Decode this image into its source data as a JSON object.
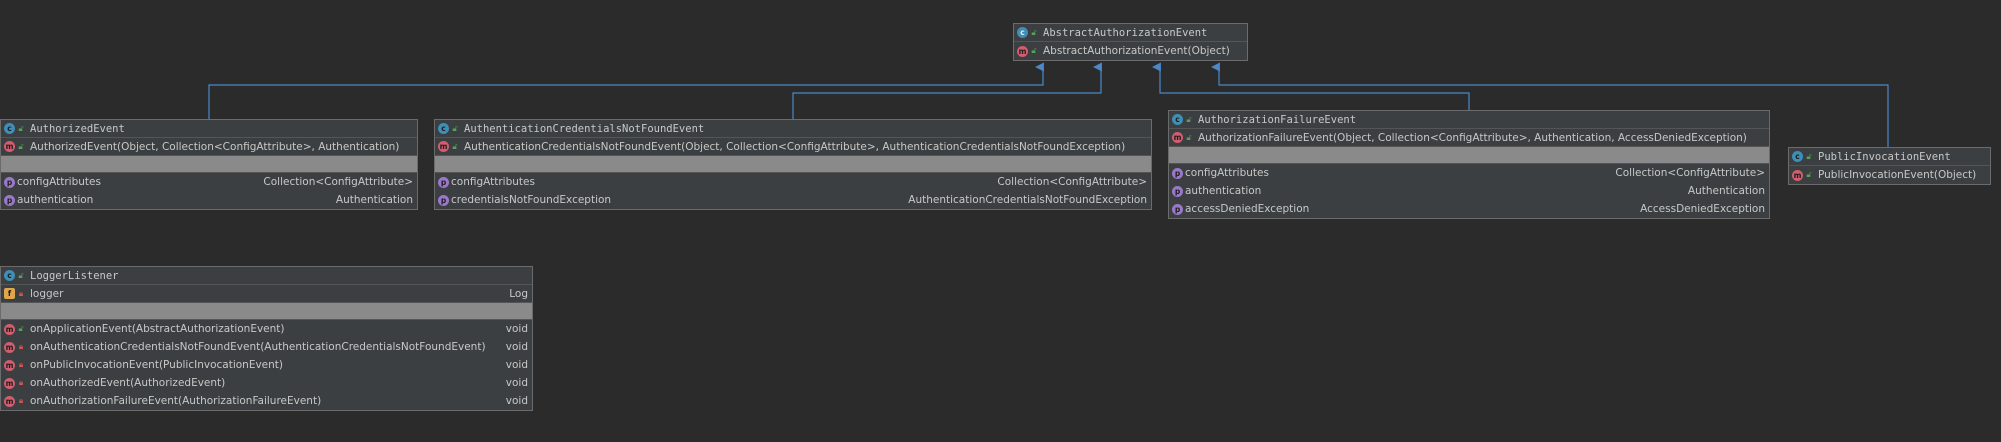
{
  "classes": {
    "abstract_auth": {
      "name": "AbstractAuthorizationEvent",
      "constructor": "AbstractAuthorizationEvent(Object)"
    },
    "authorized": {
      "name": "AuthorizedEvent",
      "constructor": "AuthorizedEvent(Object, Collection<ConfigAttribute>, Authentication)",
      "properties": [
        {
          "name": "configAttributes",
          "type": "Collection<ConfigAttribute>"
        },
        {
          "name": "authentication",
          "type": "Authentication"
        }
      ]
    },
    "cred_not_found": {
      "name": "AuthenticationCredentialsNotFoundEvent",
      "constructor": "AuthenticationCredentialsNotFoundEvent(Object, Collection<ConfigAttribute>, AuthenticationCredentialsNotFoundException)",
      "properties": [
        {
          "name": "configAttributes",
          "type": "Collection<ConfigAttribute>"
        },
        {
          "name": "credentialsNotFoundException",
          "type": "AuthenticationCredentialsNotFoundException"
        }
      ]
    },
    "auth_failure": {
      "name": "AuthorizationFailureEvent",
      "constructor": "AuthorizationFailureEvent(Object, Collection<ConfigAttribute>, Authentication, AccessDeniedException)",
      "properties": [
        {
          "name": "configAttributes",
          "type": "Collection<ConfigAttribute>"
        },
        {
          "name": "authentication",
          "type": "Authentication"
        },
        {
          "name": "accessDeniedException",
          "type": "AccessDeniedException"
        }
      ]
    },
    "public_invocation": {
      "name": "PublicInvocationEvent",
      "constructor": "PublicInvocationEvent(Object)"
    },
    "logger_listener": {
      "name": "LoggerListener",
      "field": {
        "name": "logger",
        "type": "Log"
      },
      "methods": [
        {
          "name": "onApplicationEvent(AbstractAuthorizationEvent)",
          "type": "void",
          "visibility": "public"
        },
        {
          "name": "onAuthenticationCredentialsNotFoundEvent(AuthenticationCredentialsNotFoundEvent)",
          "type": "void",
          "visibility": "private"
        },
        {
          "name": "onPublicInvocationEvent(PublicInvocationEvent)",
          "type": "void",
          "visibility": "private"
        },
        {
          "name": "onAuthorizedEvent(AuthorizedEvent)",
          "type": "void",
          "visibility": "private"
        },
        {
          "name": "onAuthorizationFailureEvent(AuthorizationFailureEvent)",
          "type": "void",
          "visibility": "private"
        }
      ]
    }
  },
  "icons": {
    "class": "c",
    "abstract_class": "c",
    "method": "m",
    "property": "p",
    "field": "f",
    "public_visibility": "lock-open-icon",
    "private_visibility": "lock-icon"
  },
  "colors": {
    "background": "#2b2b2b",
    "node": "#3c3f41",
    "edge": "#4a88c7",
    "class_icon": "#3f8eb5",
    "method_icon": "#d25d6f",
    "property_icon": "#9a78c8",
    "field_icon": "#e0a64a"
  }
}
